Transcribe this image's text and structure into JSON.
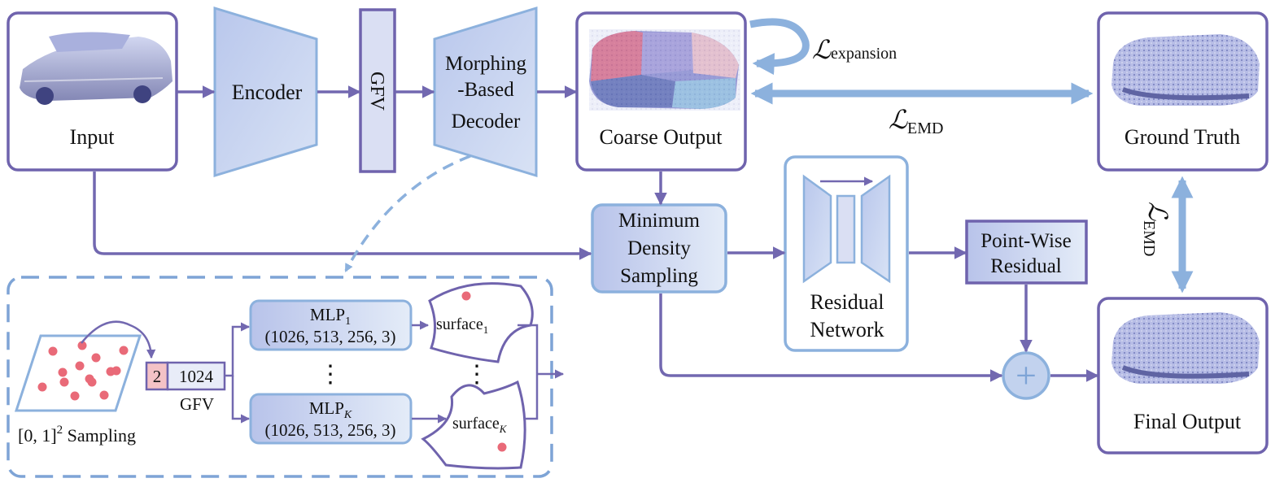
{
  "colors": {
    "border_purple": "#6f63ad",
    "arrow_purple": "#7268b0",
    "light_blue": "#8cb1dd",
    "box_fill": "#ffffff",
    "trap_fill": "#c7d3ee",
    "gradient_start": "#b8c3ea",
    "gradient_end": "#e4ecf8",
    "dashed_blue": "#7ea4d6",
    "point_red": "#e96a78",
    "gfv_pink": "#f4c2c6"
  },
  "pipeline": {
    "input_label": "Input",
    "encoder_label": "Encoder",
    "gfv_label": "GFV",
    "decoder_line1": "Morphing",
    "decoder_line2": "-Based",
    "decoder_line3": "Decoder",
    "coarse_label": "Coarse Output",
    "ground_truth_label": "Ground Truth",
    "mds_line1": "Minimum",
    "mds_line2": "Density",
    "mds_line3": "Sampling",
    "residual_net_line1": "Residual",
    "residual_net_line2": "Network",
    "pointwise_line1": "Point-Wise",
    "pointwise_line2": "Residual",
    "final_label": "Final Output",
    "plus_symbol": "+"
  },
  "losses": {
    "script_L": "ℒ",
    "expansion_sub": "expansion",
    "emd_sub": "EMD"
  },
  "decoder_detail": {
    "sampling_label": "[0, 1]",
    "sampling_sup": "2",
    "sampling_suffix": " Sampling",
    "gfv_code_2": "2",
    "gfv_code_1024": "1024",
    "gfv_label": "GFV",
    "mlp_name": "MLP",
    "mlp1_sub": "1",
    "mlpk_sub": "K",
    "mlp_dims": "(1026, 513, 256, 3)",
    "surface_name": "surface",
    "surface1_sub": "1",
    "surfacek_sub": "K",
    "ellipsis": "⋮"
  }
}
